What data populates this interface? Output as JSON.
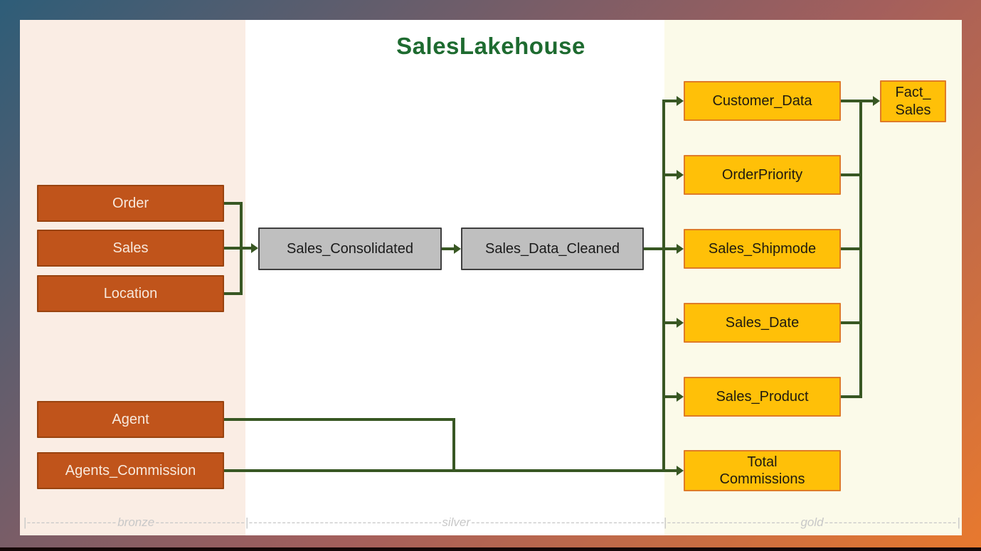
{
  "title": "SalesLakehouse",
  "tables": {
    "order": "Order",
    "sales": "Sales",
    "location": "Location",
    "agent": "Agent",
    "agents_commission": "Agents_Commission",
    "sales_consolidated": "Sales_Consolidated",
    "sales_data_cleaned": "Sales_Data_Cleaned",
    "customer_data": "Customer_Data",
    "order_priority": "OrderPriority",
    "sales_shipmode": "Sales_Shipmode",
    "sales_date": "Sales_Date",
    "sales_product": "Sales_Product",
    "total_commissions_line1": "Total",
    "total_commissions_line2": "Commissions",
    "fact_sales_line1": "Fact_",
    "fact_sales_line2": "Sales"
  },
  "connections": [
    {
      "from": [
        "Order",
        "Sales",
        "Location"
      ],
      "to": "Sales_Consolidated"
    },
    {
      "from": "Sales_Consolidated",
      "to": "Sales_Data_Cleaned"
    },
    {
      "from": "Sales_Data_Cleaned",
      "to": [
        "Customer_Data",
        "OrderPriority",
        "Sales_Shipmode",
        "Sales_Date",
        "Sales_Product",
        "Total Commissions"
      ]
    },
    {
      "from": [
        "Agent",
        "Agents_Commission"
      ],
      "to": "Total Commissions"
    },
    {
      "from": [
        "Customer_Data",
        "OrderPriority",
        "Sales_Shipmode",
        "Sales_Date",
        "Sales_Product"
      ],
      "to": "Fact_Sales"
    }
  ],
  "footer": {
    "pipe": "|",
    "dashes": "--------------------------------------------------------------------------------------------------------------------------------",
    "bronze": "bronze",
    "silver": "silver",
    "gold": "gold"
  },
  "colors": {
    "bronze_fill": "#C0541B",
    "bronze_border": "#99430F",
    "bronze_text": "#F7E8DC",
    "silver_fill": "#BFBFBF",
    "silver_border": "#3F3F3F",
    "gold_fill": "#FFC008",
    "gold_border": "#DF7B27",
    "connector_green": "#385723",
    "title_green": "#1E6B30",
    "zone_bronze_bg": "#FAEDE4",
    "zone_silver_bg": "#FFFFFF",
    "zone_gold_bg": "#FBFAE9",
    "footer_gray": "#C8C8C8"
  }
}
